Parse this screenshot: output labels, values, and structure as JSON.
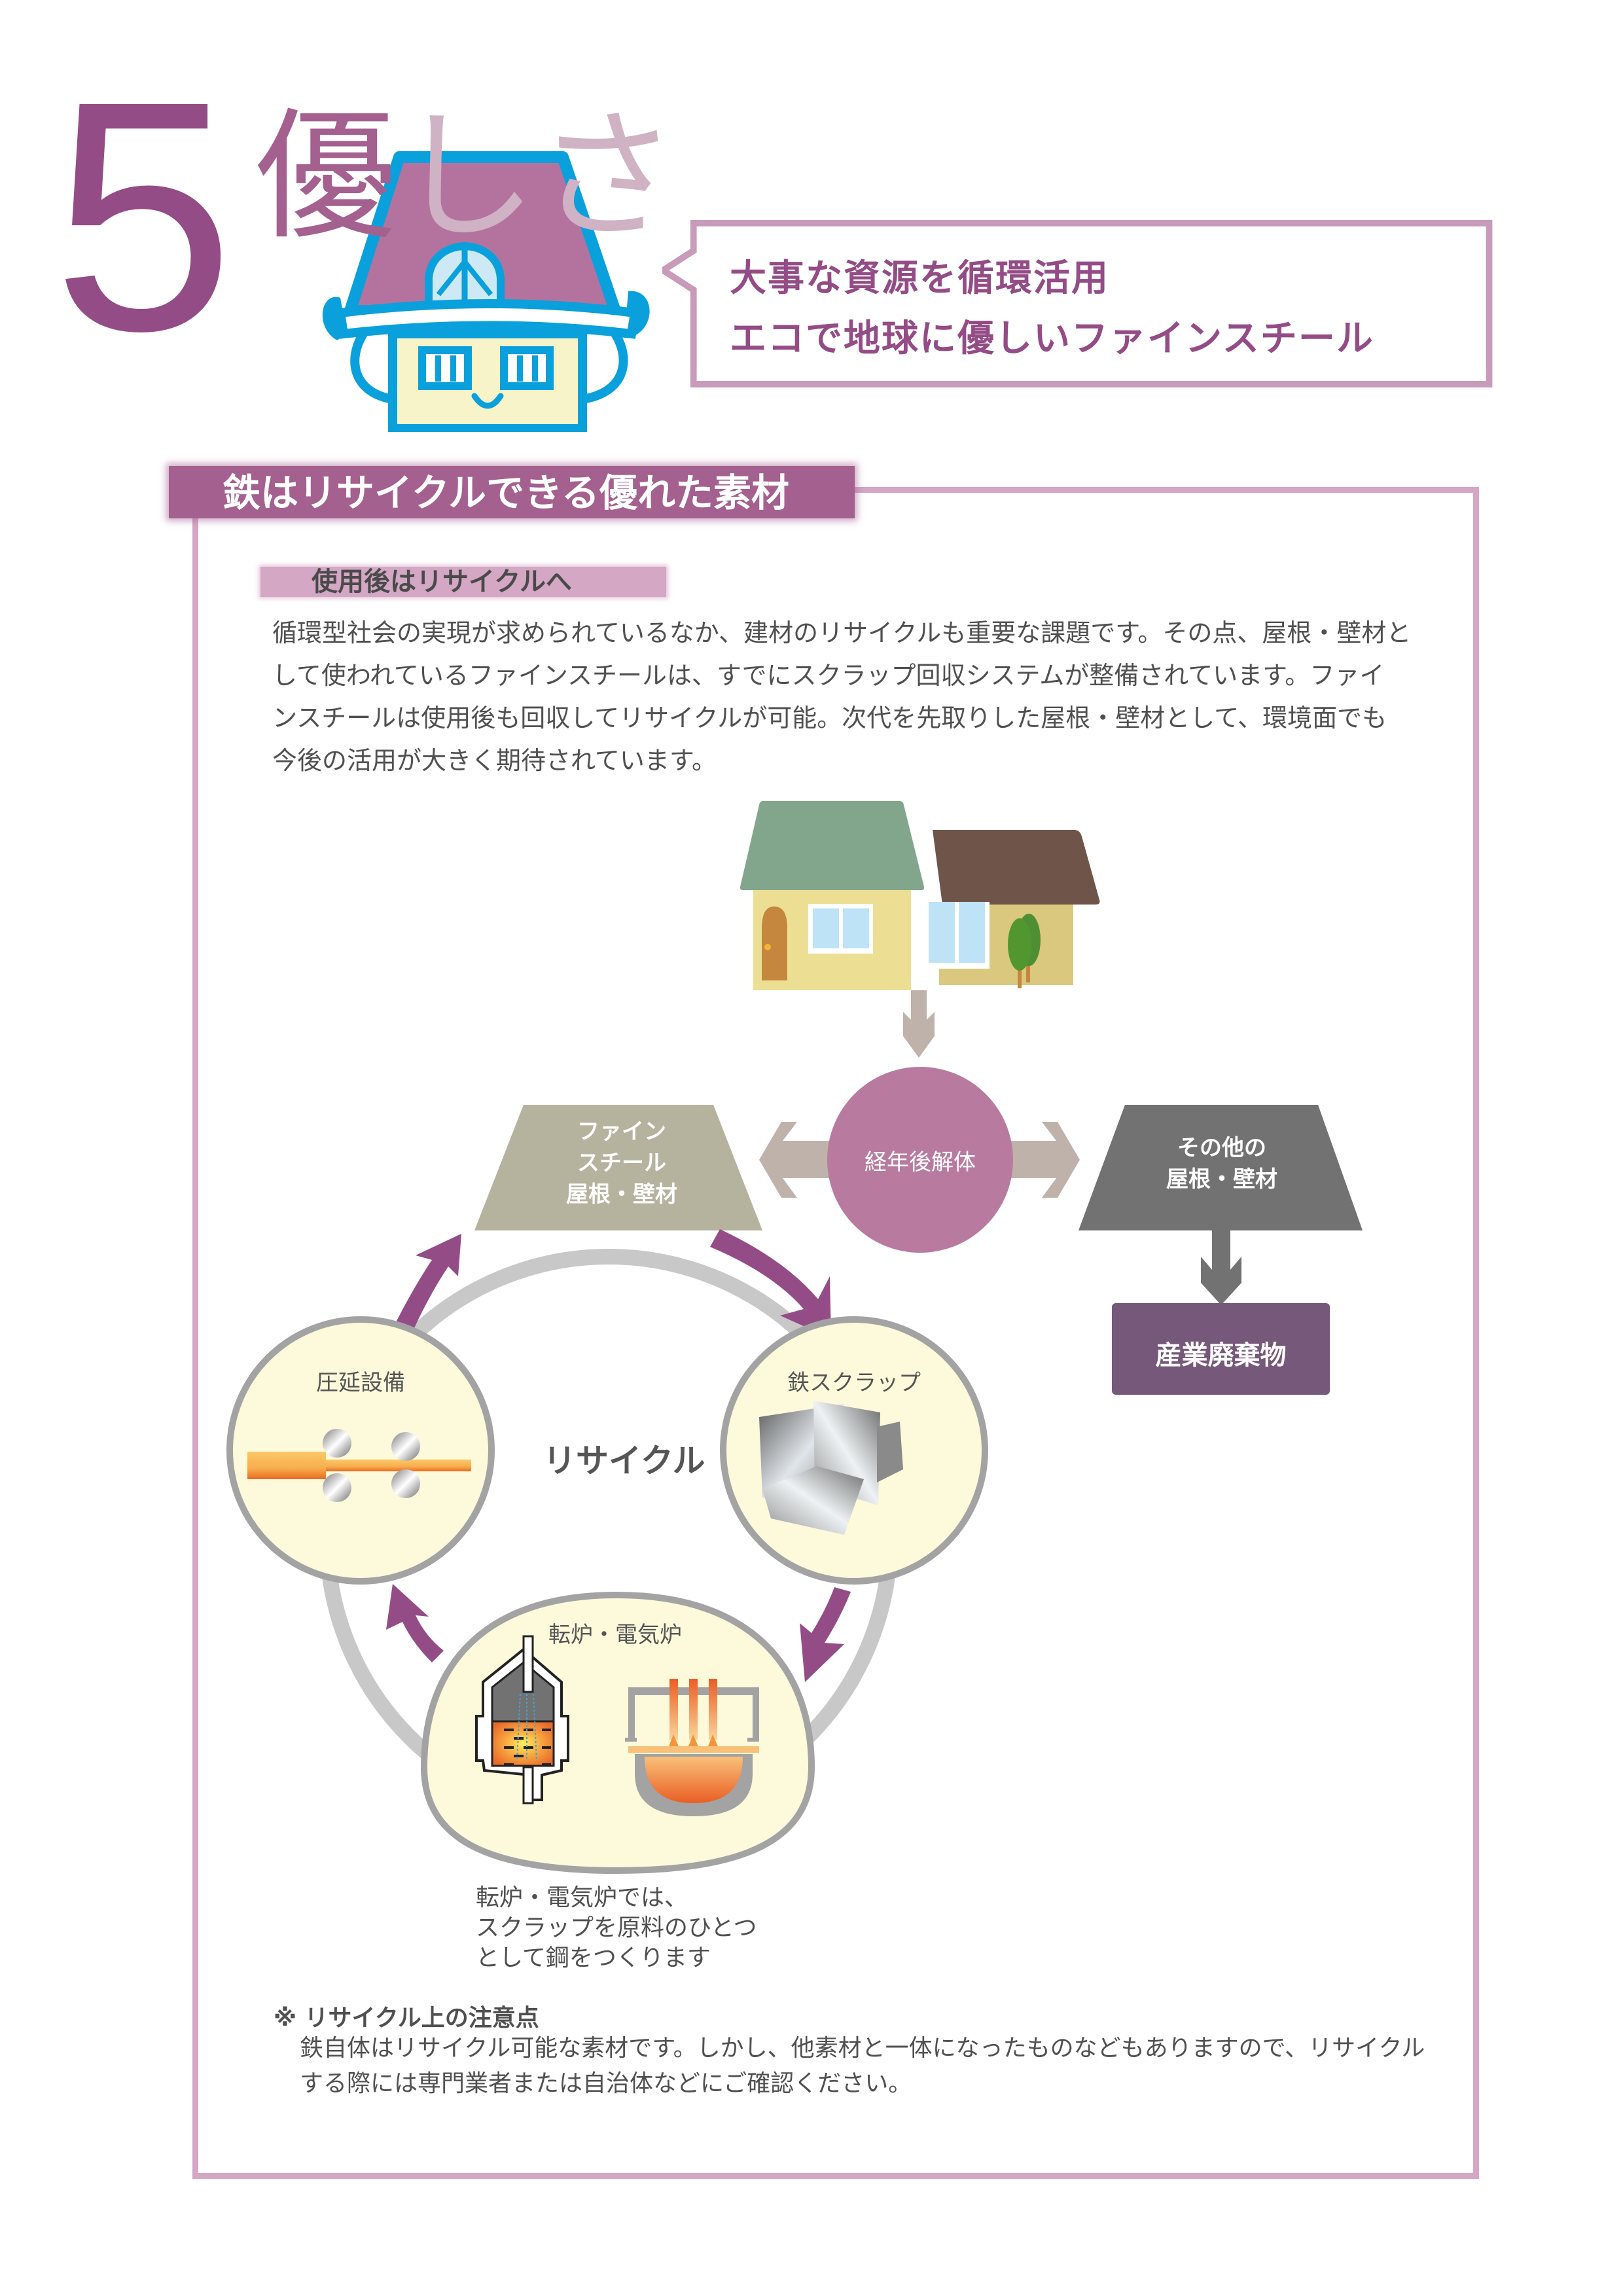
{
  "header": {
    "number": "5",
    "title_part1": "優",
    "title_part2": "しさ",
    "speech": {
      "line1": "大事な資源を循環活用",
      "line2": "エコで地球に優しいファインスチール"
    }
  },
  "section": {
    "title": "鉄はリサイクルできる優れた素材",
    "subtitle": "使用後はリサイクルへ",
    "paragraph_lines": [
      "循環型社会の実現が求められているなか、建材のリサイクルも重要な課題です。その点、屋根・壁材と",
      "して使われているファインスチールは、すでにスクラップ回収システムが整備されています。ファイ",
      "ンスチールは使用後も回収してリサイクルが可能。次代を先取りした屋根・壁材として、環境面でも",
      "今後の活用が大きく期待されています。"
    ]
  },
  "diagram": {
    "demolition": "経年後解体",
    "fine_steel": [
      "ファイン",
      "スチール",
      "屋根・壁材"
    ],
    "other_materials": [
      "その他の",
      "屋根・壁材"
    ],
    "industrial_waste": "産業廃棄物",
    "rolling": "圧延設備",
    "scrap": "鉄スクラップ",
    "furnace": "転炉・電気炉",
    "recycle_center": "リサイクル",
    "caption_lines": [
      "転炉・電気炉では、",
      "スクラップを原料のひとつ",
      "として鋼をつくります"
    ],
    "colors": {
      "purple": "#944c86",
      "demolition": "#b87b9f",
      "fine_steel": "#b5b29e",
      "other": "#727272",
      "waste": "#76587a",
      "circle_fill": "#fdf9db",
      "circle_stroke": "#a3a3a3",
      "gray_arrow": "#bfb2aa"
    }
  },
  "notes": {
    "title": "※ リサイクル上の注意点",
    "lines": [
      "鉄自体はリサイクル可能な素材です。しかし、他素材と一体になったものなどもありますので、リサイクル",
      "する際には専門業者または自治体などにご確認ください。"
    ]
  }
}
